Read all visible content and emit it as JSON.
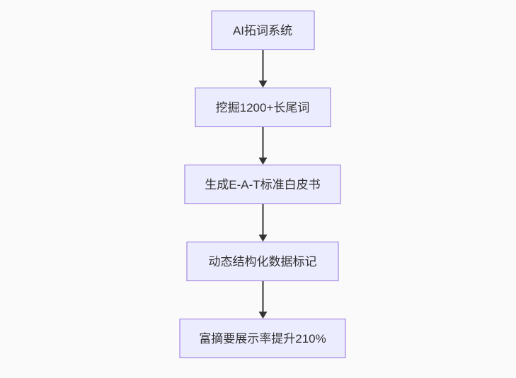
{
  "diagram": {
    "type": "flowchart",
    "direction": "top-down",
    "colors": {
      "background": "#FAFAFA",
      "node_fill": "#ECECFF",
      "node_border": "#9370DB",
      "arrow": "#333333",
      "text": "#333333"
    },
    "nodes": [
      {
        "id": "A",
        "label": "AI拓词系统"
      },
      {
        "id": "B",
        "label": "挖掘1200+长尾词"
      },
      {
        "id": "C",
        "label": "生成E-A-T标准白皮书"
      },
      {
        "id": "D",
        "label": "动态结构化数据标记"
      },
      {
        "id": "E",
        "label": "富摘要展示率提升210%"
      }
    ],
    "edges": [
      {
        "from": "A",
        "to": "B"
      },
      {
        "from": "B",
        "to": "C"
      },
      {
        "from": "C",
        "to": "D"
      },
      {
        "from": "D",
        "to": "E"
      }
    ]
  }
}
